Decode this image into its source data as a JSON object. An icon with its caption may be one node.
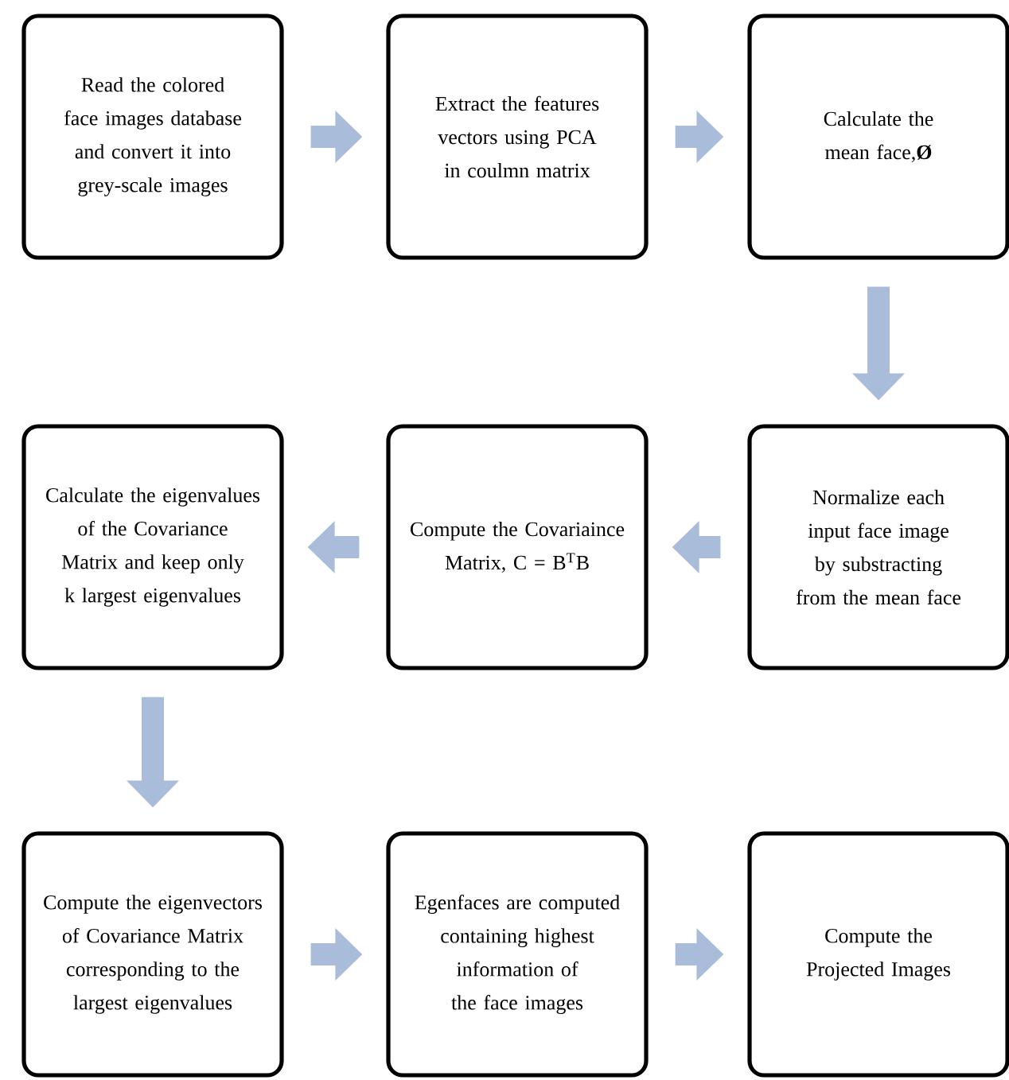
{
  "diagram": {
    "nodes": [
      {
        "text": [
          "Read the colored face images  database and convert it into grey-scale images"
        ]
      },
      {
        "text": [
          "Extract the features vectors using PCA in coulmn matrix"
        ]
      },
      {
        "text": [
          "Calculate the mean face,**Ø**"
        ]
      },
      {
        "text": [
          "Calculate the eigenvalues  of the Covariance Matrix and keep only k largest eigenvalues"
        ]
      },
      {
        "text": [
          "Compute the Covariaince Matrix, C = B$^{T}$B"
        ]
      },
      {
        "text": [
          "Normalize each input face image by substracting from the mean face"
        ]
      },
      {
        "text": [
          "Compute the eigenvectors of Covariance Matrix corresponding to the largest eigenvalues"
        ]
      },
      {
        "text": [
          "Egenfaces are computed containing highest information of the face images"
        ]
      },
      {
        "text": [
          "Compute the Projected Images"
        ]
      }
    ],
    "edges": [
      {
        "from": 0,
        "to": 1,
        "arrow": "to"
      },
      {
        "from": 1,
        "to": 2,
        "arrow": "to"
      },
      {
        "from": 2,
        "to": 5,
        "arrow": "to"
      },
      {
        "from": 5,
        "to": 4,
        "arrow": "to"
      },
      {
        "from": 4,
        "to": 3,
        "arrow": "to"
      },
      {
        "from": 3,
        "to": 6,
        "arrow": "to"
      },
      {
        "from": 6,
        "to": 7,
        "arrow": "to"
      },
      {
        "from": 7,
        "to": 8,
        "arrow": "to"
      }
    ]
  }
}
